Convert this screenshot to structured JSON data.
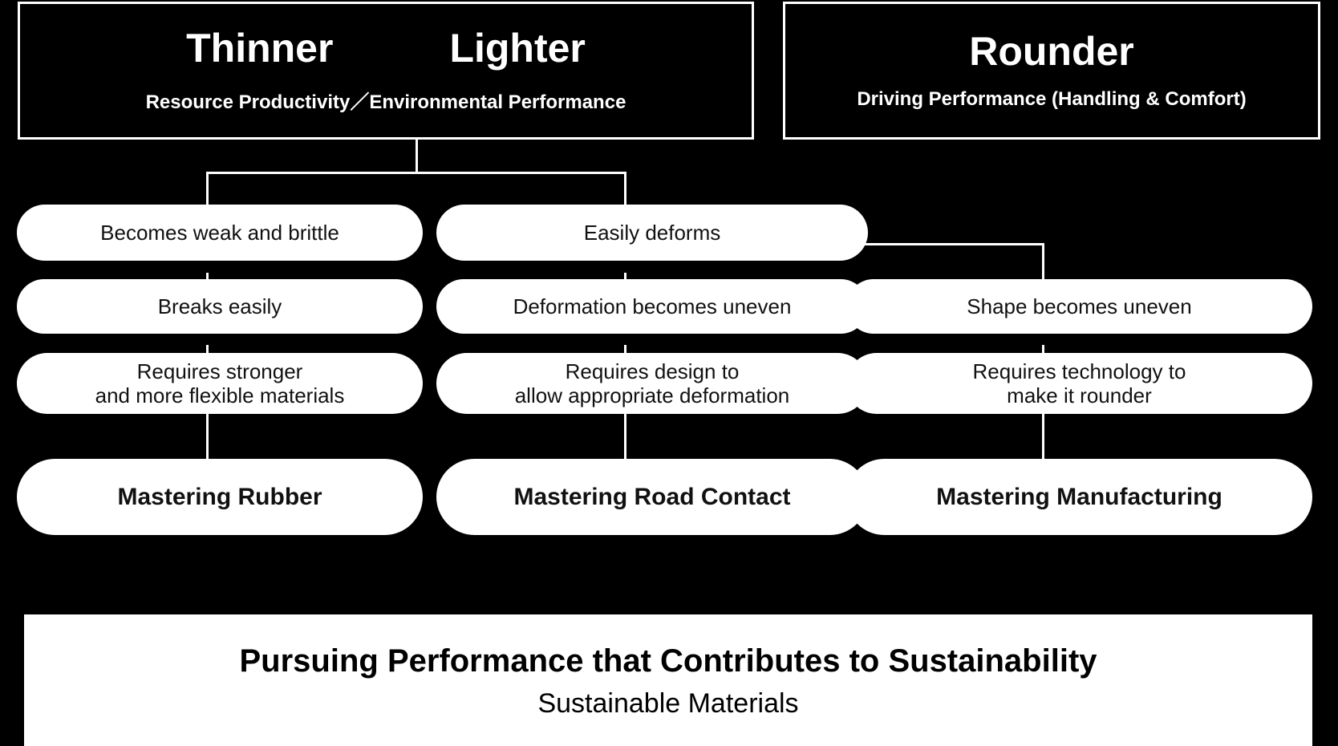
{
  "headers": [
    {
      "title_part1": "Thinner",
      "title_part2": "Lighter",
      "subtitle": "Resource Productivity／Environmental Performance"
    },
    {
      "title": "Rounder",
      "subtitle": "Driving Performance (Handling & Comfort)"
    }
  ],
  "columns": [
    {
      "id": "rubber",
      "steps": [
        "Becomes weak and brittle",
        "Breaks easily",
        "Requires stronger\nand more flexible materials"
      ],
      "outcome": "Mastering Rubber"
    },
    {
      "id": "road-contact",
      "steps": [
        "Easily deforms",
        "Deformation becomes uneven",
        "Requires design to\nallow appropriate deformation"
      ],
      "outcome": "Mastering Road Contact"
    },
    {
      "id": "manufacturing",
      "steps": [
        "",
        "Shape becomes uneven",
        "Requires technology to\nmake it rounder"
      ],
      "outcome": "Mastering Manufacturing"
    }
  ],
  "banner": {
    "title": "Pursuing Performance that Contributes to Sustainability",
    "subtitle": "Sustainable Materials"
  },
  "colors": {
    "background": "#000000",
    "foreground": "#ffffff",
    "pill_text": "#111111"
  }
}
